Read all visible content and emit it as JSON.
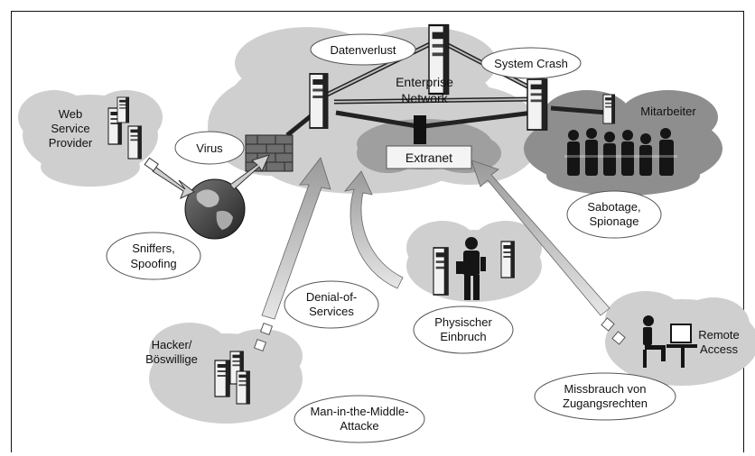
{
  "diagram": {
    "labels": {
      "datenverlust": "Datenverlust",
      "system_crash": "System Crash",
      "enterprise_l1": "Enterprise",
      "enterprise_l2": "Network",
      "extranet": "Extranet",
      "web_l1": "Web",
      "web_l2": "Service",
      "web_l3": "Provider",
      "virus": "Virus",
      "mitarbeiter": "Mitarbeiter",
      "sabotage_l1": "Sabotage,",
      "sabotage_l2": "Spionage",
      "sniffers_l1": "Sniffers,",
      "sniffers_l2": "Spoofing",
      "dos_l1": "Denial-of-",
      "dos_l2": "Services",
      "physisch_l1": "Physischer",
      "physisch_l2": "Einbruch",
      "hacker_l1": "Hacker/",
      "hacker_l2": "Böswillige",
      "mitm_l1": "Man-in-the-Middle-",
      "mitm_l2": "Attacke",
      "remote_l1": "Remote",
      "remote_l2": "Access",
      "missbrauch_l1": "Missbrauch von",
      "missbrauch_l2": "Zugangsrechten"
    }
  }
}
